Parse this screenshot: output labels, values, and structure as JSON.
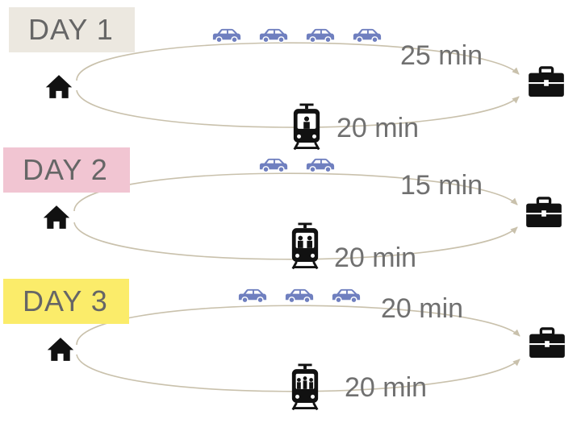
{
  "days": [
    {
      "label": "DAY 1",
      "label_color": "#ece8e0",
      "car_count": 4,
      "car_time": "25 min",
      "train_time": "20 min"
    },
    {
      "label": "DAY 2",
      "label_color": "#f1c5d2",
      "car_count": 2,
      "car_time": "15 min",
      "train_time": "20 min"
    },
    {
      "label": "DAY 3",
      "label_color": "#fbec6a",
      "car_count": 3,
      "car_time": "20 min",
      "train_time": "20 min"
    }
  ],
  "icons": {
    "origin": "house-icon",
    "destination": "briefcase-icon",
    "car": "car-icon",
    "train": "tram-icon"
  },
  "colors": {
    "car": "#6f7fbf",
    "route": "#c9c1ac",
    "icon": "#111111"
  }
}
